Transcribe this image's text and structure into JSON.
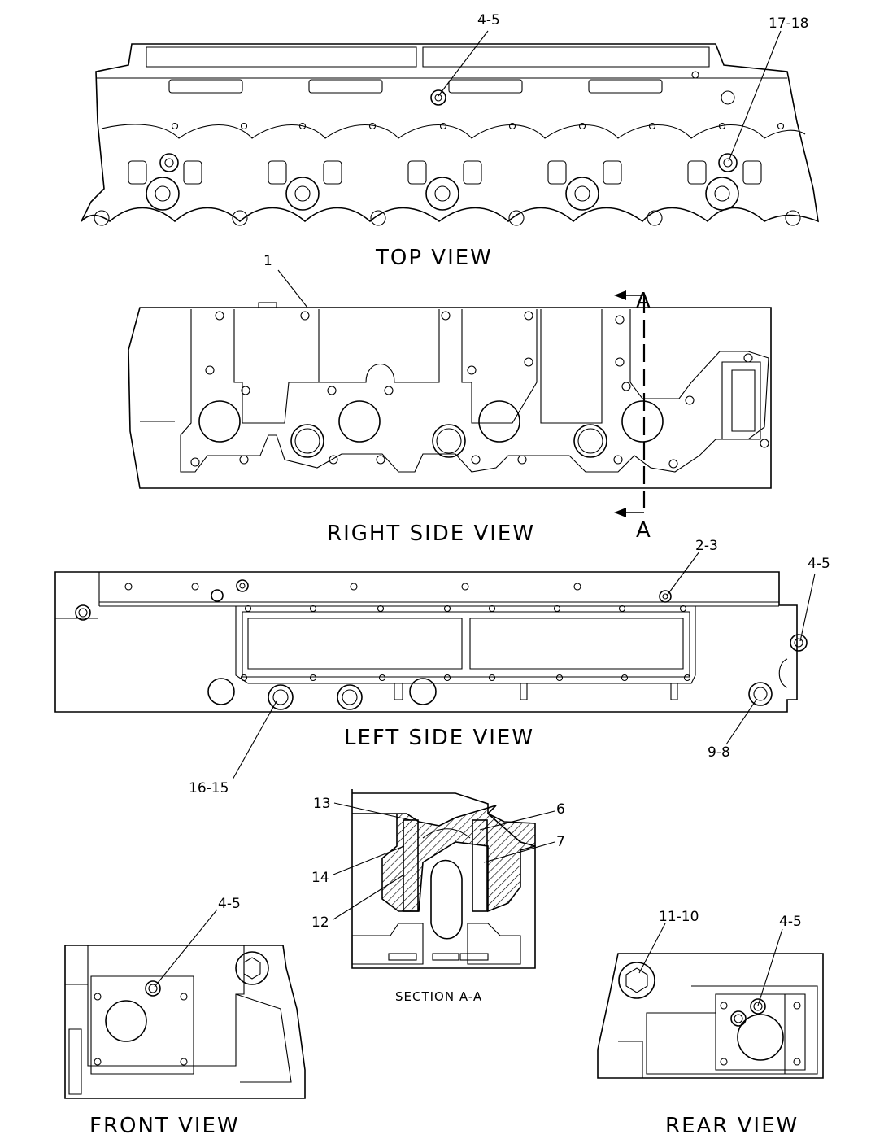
{
  "views": {
    "top": "TOP VIEW",
    "right_side": "RIGHT SIDE VIEW",
    "left_side": "LEFT SIDE VIEW",
    "front": "FRONT VIEW",
    "rear": "REAR VIEW",
    "section": "SECTION A-A"
  },
  "section_markers": {
    "top": "A",
    "bottom": "A"
  },
  "callouts": {
    "top_4_5": "4-5",
    "top_17_18": "17-18",
    "right_1": "1",
    "left_2_3": "2-3",
    "left_4_5": "4-5",
    "left_16_15": "16-15",
    "left_9_8": "9-8",
    "sec_13": "13",
    "sec_6": "6",
    "sec_7": "7",
    "sec_14": "14",
    "sec_12": "12",
    "front_4_5": "4-5",
    "rear_11_10": "11-10",
    "rear_4_5": "4-5"
  }
}
